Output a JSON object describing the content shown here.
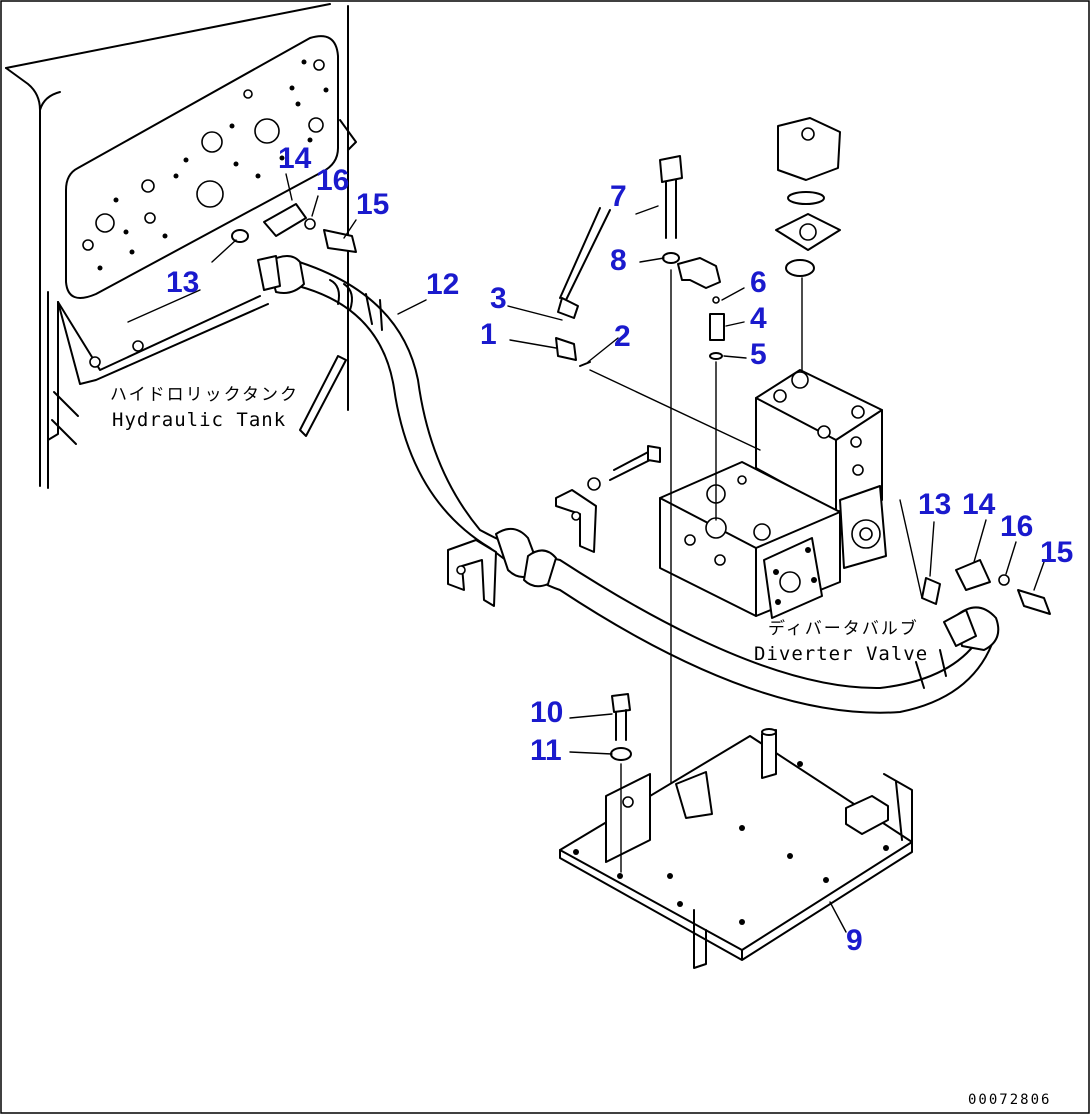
{
  "diagram": {
    "tank_label_jp": "ハイドロリックタンク",
    "tank_label_en": "Hydraulic Tank",
    "valve_label_jp": "ディバータバルブ",
    "valve_label_en": "Diverter Valve",
    "doc_id": "00072806"
  },
  "callouts": [
    "1",
    "2",
    "3",
    "4",
    "5",
    "6",
    "7",
    "8",
    "9",
    "10",
    "11",
    "12",
    "13",
    "14",
    "15",
    "16",
    "13",
    "14",
    "15",
    "16"
  ],
  "colors": {
    "callout": "#1a1acd",
    "line": "#000000",
    "background": "#ffffff"
  }
}
